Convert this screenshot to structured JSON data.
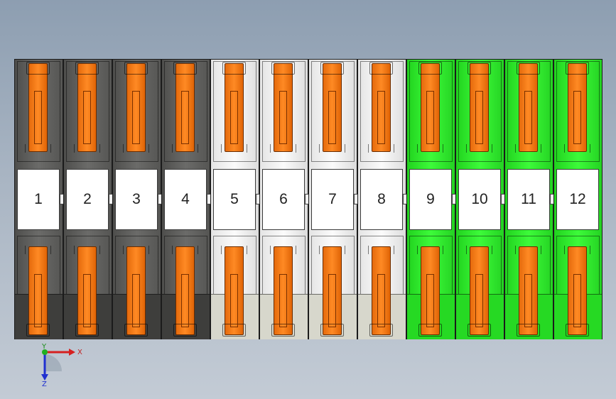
{
  "blocks": [
    {
      "label": "1",
      "color": "dark"
    },
    {
      "label": "2",
      "color": "dark"
    },
    {
      "label": "3",
      "color": "dark"
    },
    {
      "label": "4",
      "color": "dark"
    },
    {
      "label": "5",
      "color": "white"
    },
    {
      "label": "6",
      "color": "white"
    },
    {
      "label": "7",
      "color": "white"
    },
    {
      "label": "8",
      "color": "white"
    },
    {
      "label": "9",
      "color": "green"
    },
    {
      "label": "10",
      "color": "green"
    },
    {
      "label": "11",
      "color": "green"
    },
    {
      "label": "12",
      "color": "green"
    }
  ],
  "triad": {
    "x_label": "X",
    "y_label": "Y",
    "z_label": "Z"
  },
  "colors": {
    "dark": "#5e5e5c",
    "white": "#f2f2f2",
    "green": "#33f030",
    "lever": "#ff8020",
    "x_axis": "#d62020",
    "y_axis": "#20b020",
    "z_axis": "#2030d0"
  }
}
